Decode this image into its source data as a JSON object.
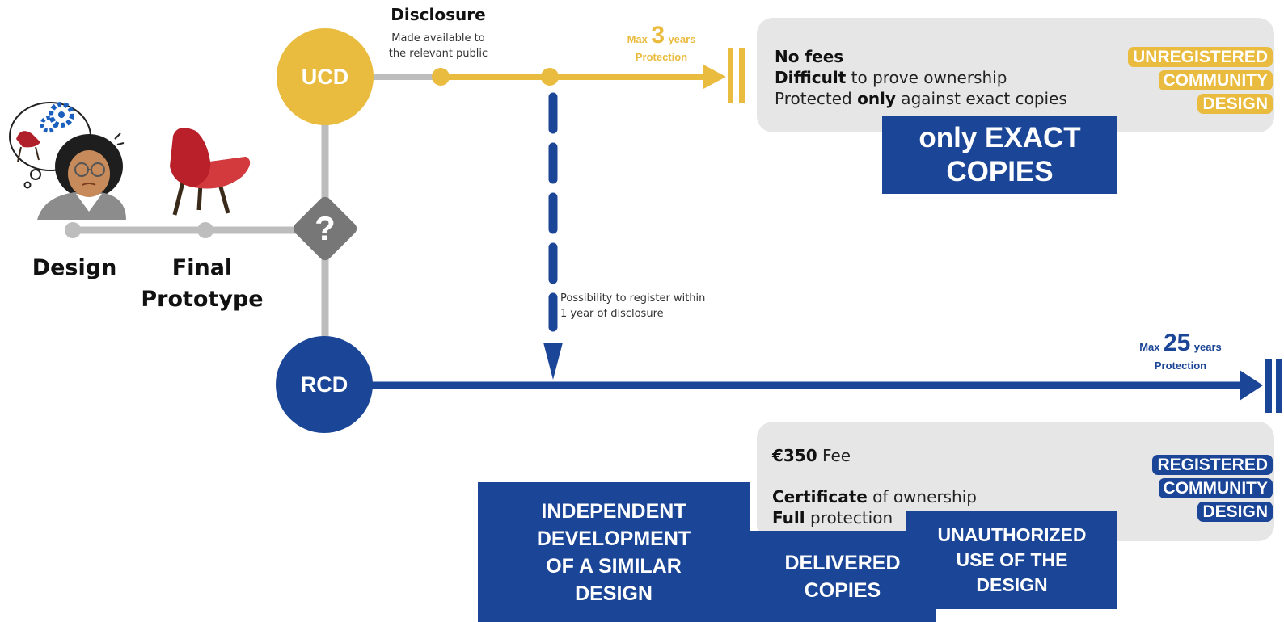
{
  "diagram": {
    "ucd_label": "UCD",
    "rcd_label": "RCD",
    "question_mark": "?",
    "design_label": "Design",
    "prototype_line1": "Final",
    "prototype_line2": "Prototype",
    "disclosure": {
      "title": "Disclosure",
      "line1": "Made available to",
      "line2": "the relevant public"
    },
    "ucd_duration": {
      "max": "Max",
      "number": "3",
      "unit": "years",
      "protection": "Protection"
    },
    "rcd_duration": {
      "max": "Max",
      "number": "25",
      "unit": "years",
      "protection": "Protection"
    },
    "register_note": {
      "line1": "Possibility to register within",
      "line2": "1 year of disclosure"
    }
  },
  "ucd_box": {
    "line1_bold": "No fees",
    "line2_bold": "Difficult",
    "line2_rest": " to prove ownership",
    "line3_pre": "Protected ",
    "line3_bold": "only",
    "line3_post": " against exact copies",
    "tags": [
      "UNREGISTERED",
      "COMMUNITY",
      "DESIGN"
    ]
  },
  "rcd_box": {
    "fee_bold": "€350",
    "fee_rest": " Fee",
    "cert_bold": "Certificate",
    "cert_rest": " of ownership",
    "full_bold": "Full",
    "full_rest": " protection",
    "tags": [
      "REGISTERED",
      "COMMUNITY",
      "DESIGN"
    ]
  },
  "callouts": {
    "exact_line1": "only EXACT",
    "exact_line2": "COPIES",
    "independent": [
      "INDEPENDENT",
      "DEVELOPMENT",
      "OF A SIMILAR",
      "DESIGN"
    ],
    "delivered": [
      "DELIVERED",
      "COPIES"
    ],
    "unauthorized": [
      "UNAUTHORIZED",
      "USE OF THE",
      "DESIGN"
    ]
  },
  "colors": {
    "ucd_yellow": "#e9bb3f",
    "rcd_blue": "#1b4596",
    "connector_gray": "#bdbdbd",
    "diamond_gray": "#777777",
    "box_gray": "#e6e6e6"
  }
}
